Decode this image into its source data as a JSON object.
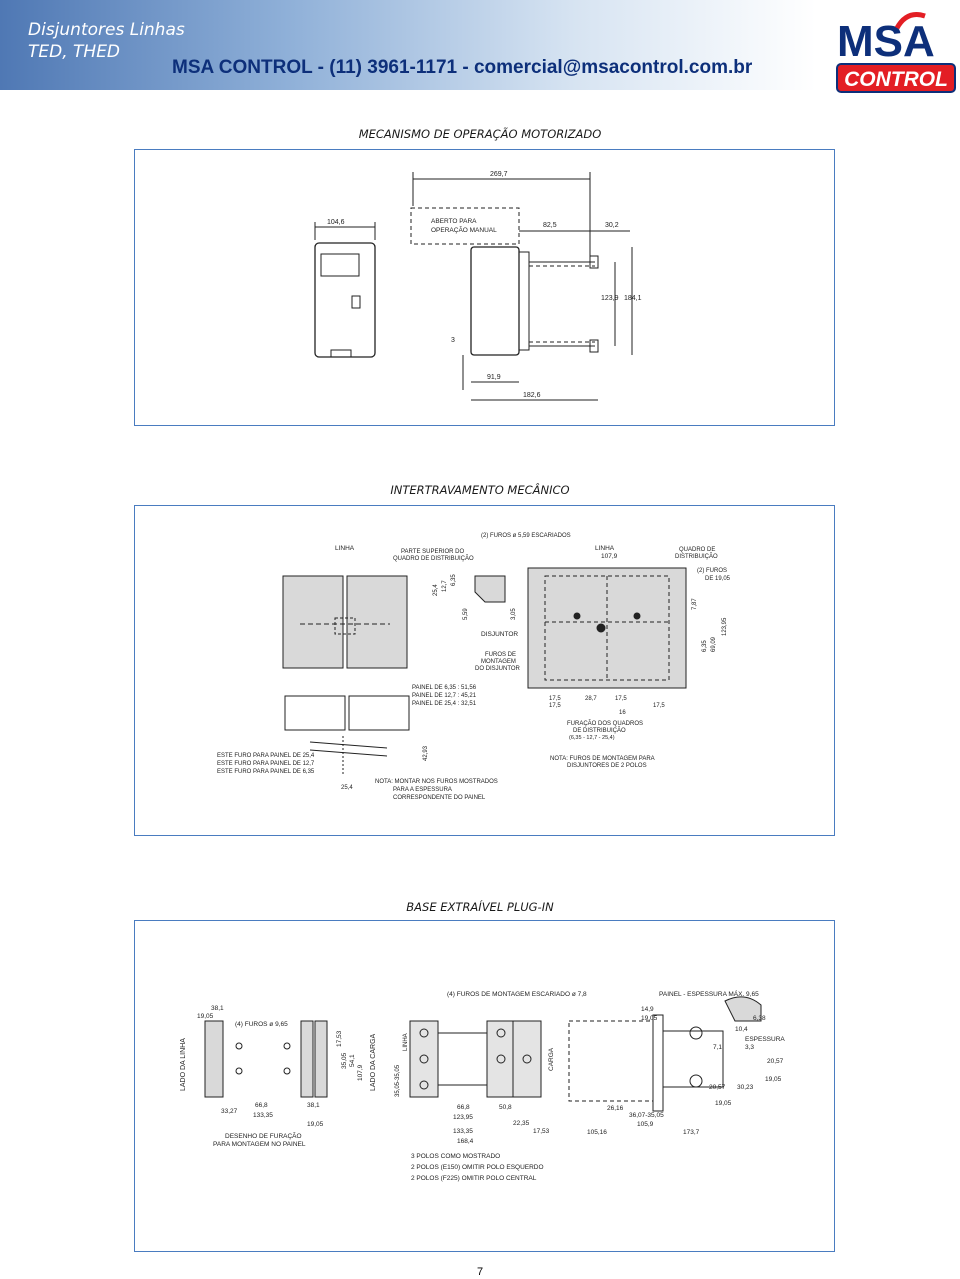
{
  "header": {
    "title_line1": "Disjuntores Linhas",
    "title_line2": "TED, THED",
    "contact": "MSA CONTROL - (11) 3961-1171 - comercial@msacontrol.com.br",
    "logo_text_top": "MSA",
    "logo_text_bottom": "CONTROL",
    "brand_colors": {
      "navy": "#0d2f7a",
      "red": "#e31e24"
    }
  },
  "sections": {
    "motor": {
      "title": "MECANISMO DE OPERAÇÃO MOTORIZADO",
      "labels": {
        "w1": "104,6",
        "w2": "269,7",
        "manual": "ABERTO PARA",
        "manual2": "OPERAÇÃO MANUAL",
        "d825": "82,5",
        "d302": "30,2",
        "d1239": "123,9",
        "d1841": "184,1",
        "d3": "3",
        "d919": "91,9",
        "d1826": "182,6"
      }
    },
    "interlock": {
      "title": "INTERTRAVAMENTO MECÂNICO",
      "labels": {
        "linha1": "LINHA",
        "parte": "PARTE SUPERIOR DO",
        "parte2": "QUADRO DE DISTRIBUIÇÃO",
        "furos_top": "(2) FUROS ø 5,59 ESCARIADOS",
        "linha2": "LINHA",
        "w1079": "107,9",
        "quadro": "QUADRO DE",
        "quadro2": "DISTRIBUIÇÃO",
        "furos2": "(2) FUROS",
        "furos2b": "DE 19,05",
        "d254": "25,4",
        "d127": "12,7",
        "d635": "6,35",
        "d559": "5,59",
        "d305": "3,05",
        "disjuntor": "DISJUNTOR",
        "furos_mont": "FUROS DE",
        "furos_mont2": "MONTAGEM",
        "furos_mont3": "DO DISJUNTOR",
        "d787": "7,87",
        "d635b": "6,35",
        "d6909": "69,09",
        "d12395": "123,95",
        "painel1": "PAINEL DE 6,35 : 51,56",
        "painel2": "PAINEL DE 12,7 : 45,21",
        "painel3": "PAINEL DE 25,4 : 32,51",
        "d4293": "42,93",
        "este1": "ESTE FURO PARA PAINEL DE 25,4",
        "este2": "ESTE FURO PARA PAINEL DE 12,7",
        "este3": "ESTE FURO PARA PAINEL DE 6,35",
        "d254b": "25,4",
        "nota1": "NOTA: MONTAR NOS FUROS MOSTRADOS",
        "nota1b": "PARA A ESPESSURA",
        "nota1c": "CORRESPONDENTE DO PAINEL",
        "d175a": "17,5",
        "d287": "28,7",
        "d175b": "17,5",
        "d175c": "17,5",
        "d175d": "17,5",
        "d16": "16",
        "furacao": "FURAÇÃO DOS QUADROS",
        "furacao2": "DE DISTRIBUIÇÃO",
        "furacao3": "(6,35 - 12,7 - 25,4)",
        "nota2": "NOTA: FUROS DE MONTAGEM PARA",
        "nota2b": "DISJUNTORES DE 2 POLOS"
      }
    },
    "plugin": {
      "title": "BASE EXTRAÍVEL PLUG-IN",
      "labels": {
        "d381": "38,1",
        "d1905": "19,05",
        "furos965": "(4) FUROS ø 9,65",
        "d1753": "17,53",
        "d3505": "35,05",
        "d541": "54,1",
        "d1079": "107,9",
        "lado_linha": "LADO DA LINHA",
        "lado_carga": "LADO DA CARGA",
        "d3327": "33,27",
        "d668": "66,8",
        "d13335": "133,35",
        "d381b": "38,1",
        "d1905b": "19,05",
        "desenho": "DESENHO DE FURAÇÃO",
        "desenho2": "PARA MONTAGEM NO PAINEL",
        "furos78": "(4) FUROS DE MONTAGEM ESCARIADO ø 7,8",
        "d3505b": "35,05-35,05",
        "linha": "LINHA",
        "carga": "CARGA",
        "d668b": "66,8",
        "d508": "50,8",
        "d12395": "123,95",
        "d2235": "22,35",
        "d13335b": "133,35",
        "d1753b": "17,53",
        "d1684": "168,4",
        "d10516": "105,16",
        "d2616": "26,16",
        "d3607": "36,07-35,05",
        "d1059": "105,9",
        "d1737": "173,7",
        "painel": "PAINEL - ESPESSURA MÁX. 9,65",
        "d149": "14,9",
        "d1905c": "19,05",
        "d638": "6,38",
        "d104": "10,4",
        "espessura": "ESPESSURA",
        "d33": "3,3",
        "d71": "7,1",
        "d2057": "20,57",
        "d2057b": "20,57",
        "d3023": "30,23",
        "d1905d": "19,05",
        "d1905e": "19,05",
        "polos1": "3 POLOS COMO MOSTRADO",
        "polos2": "2 POLOS (E150) OMITIR POLO ESQUERDO",
        "polos3": "2 POLOS (F225) OMITIR POLO CENTRAL"
      }
    }
  },
  "page_number": "7"
}
